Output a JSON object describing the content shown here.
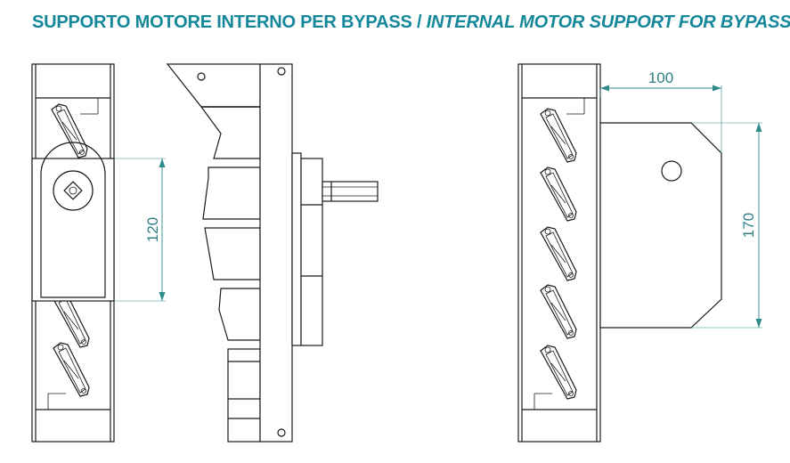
{
  "header": {
    "title_it": "SUPPORTO MOTORE INTERNO PER BYPASS",
    "separator": "/",
    "title_en": "INTERNAL MOTOR SUPPORT FOR BYPASS"
  },
  "dimensions": {
    "height_front": "120",
    "width_side": "100",
    "height_side": "170"
  },
  "colors": {
    "title": "#14889a",
    "dimension": "#2e8b8b",
    "line": "#1a1a1a"
  }
}
